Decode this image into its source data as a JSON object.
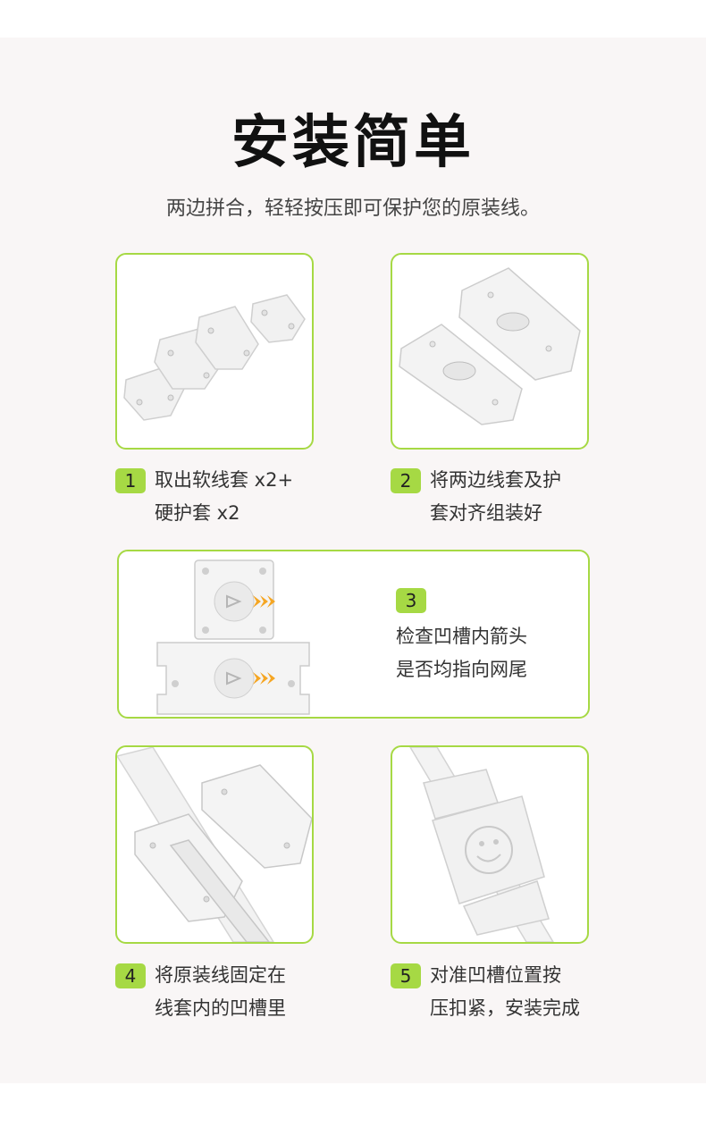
{
  "header": {
    "title": "安装简单",
    "subtitle": "两边拼合，轻轻按压即可保护您的原装线。"
  },
  "steps": [
    {
      "number": "1",
      "line1": "取出软线套 x2+",
      "line2": "硬护套 x2"
    },
    {
      "number": "2",
      "line1": "将两边线套及护",
      "line2": "套对齐组装好"
    },
    {
      "number": "3",
      "line1": "检查凹槽内箭头",
      "line2": "是否均指向网尾"
    },
    {
      "number": "4",
      "line1": "将原装线固定在",
      "line2": "线套内的凹槽里"
    },
    {
      "number": "5",
      "line1": "对准凹槽位置按",
      "line2": "压扣紧，安装完成"
    }
  ],
  "colors": {
    "accent": "#a6d944",
    "background": "#f9f6f6",
    "card": "#ffffff",
    "arrow": "#f5a623"
  }
}
